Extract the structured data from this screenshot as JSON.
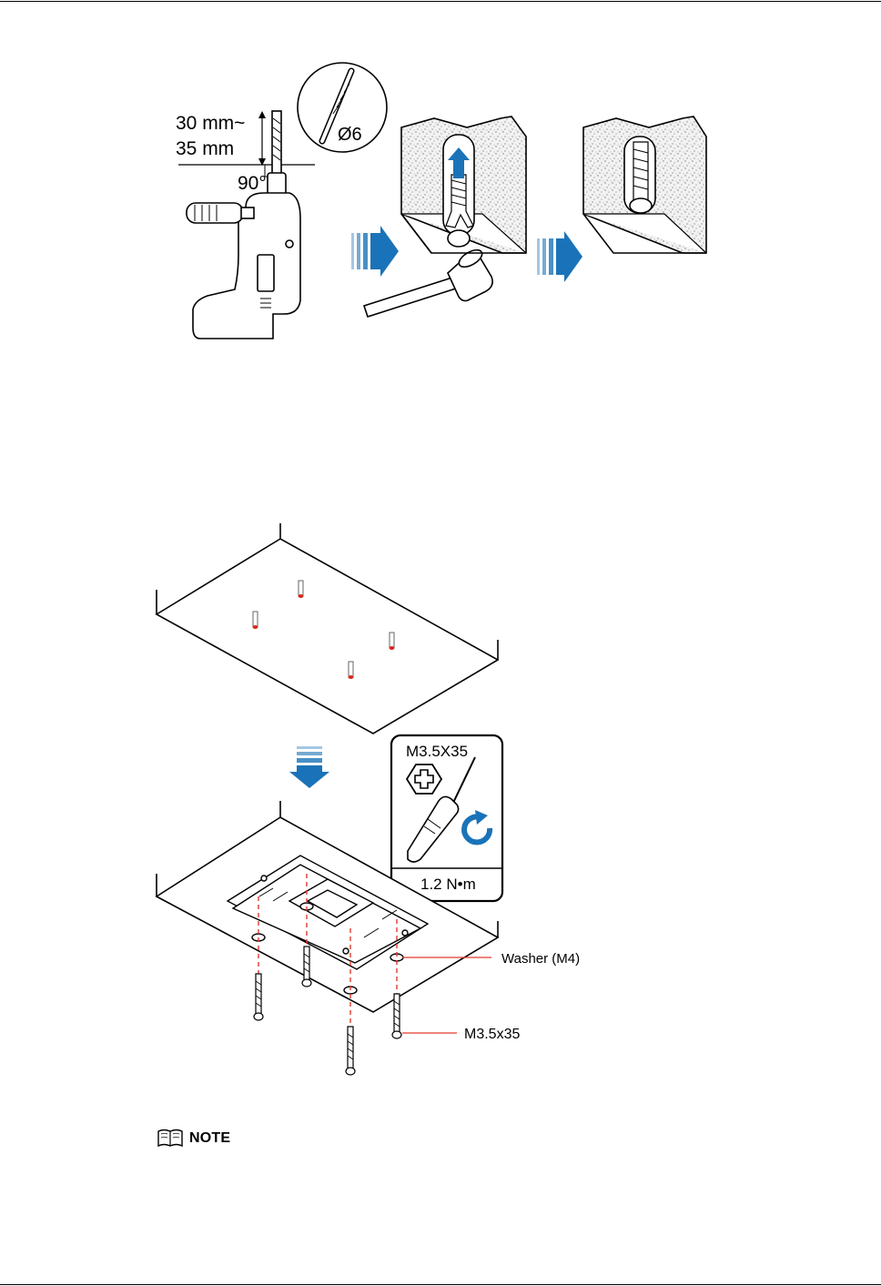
{
  "figure1": {
    "depth_label_line1": "30 mm~",
    "depth_label_line2": "35 mm",
    "angle_label": "90°",
    "drill_bit_label": "Ø6"
  },
  "figure2": {
    "screw_spec": "M3.5X35",
    "torque": "1.2 N•m",
    "washer_label": "Washer (M4)",
    "screw_label": "M3.5x35"
  },
  "note": {
    "label": "NOTE"
  },
  "colors": {
    "arrow_blue": "#1a73b8",
    "anchor_red": "#d62b1f",
    "guide_red": "#e03a2e"
  },
  "icons": [
    "book-icon",
    "hex-phillips-icon",
    "clockwise-arrow-icon",
    "screwdriver-icon",
    "drill-icon",
    "hammer-icon",
    "drill-bit-icon"
  ]
}
